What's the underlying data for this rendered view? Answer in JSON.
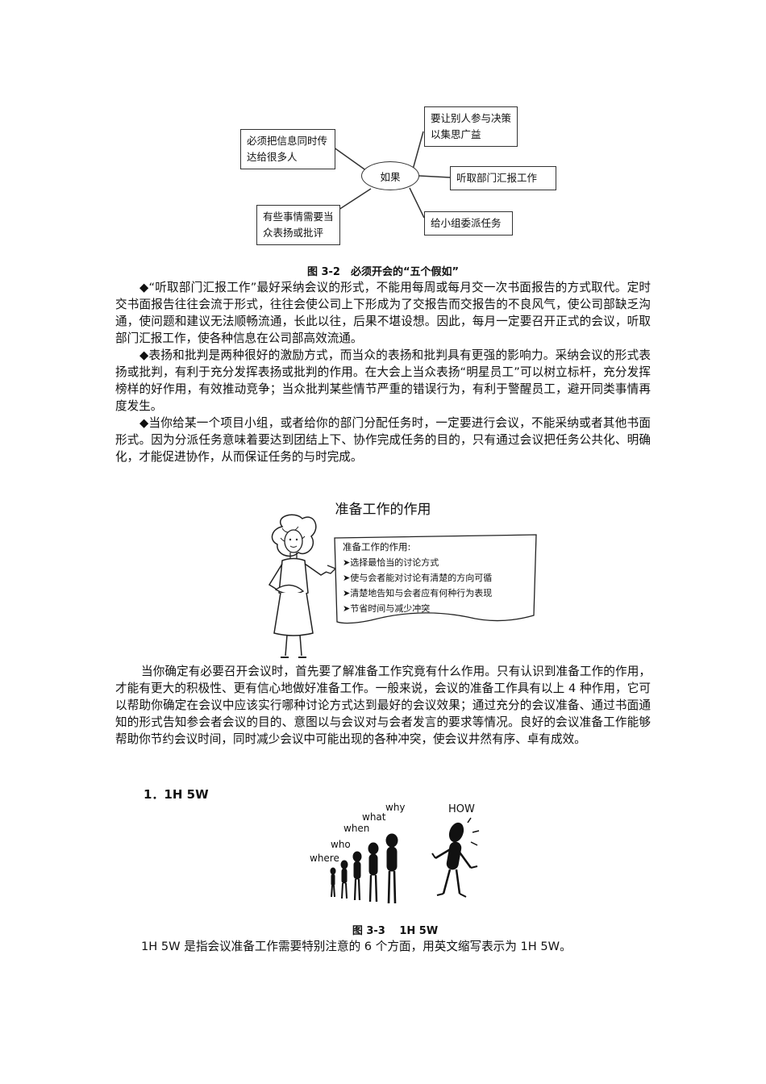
{
  "figure_3_2": {
    "center": "如果",
    "nodes": [
      "必须把信息同时传达给很多人",
      "要让别人参与决策以集思广益",
      "听取部门汇报工作",
      "有些事情需要当众表扬或批评",
      "给小组委派任务"
    ],
    "caption": "图 3-2　必须开会的“五个假如”"
  },
  "paragraphs_1": [
    "◆“听取部门汇报工作”最好采纳会议的形式，不能用每周或每月交一次书面报告的方式取代。定时交书面报告往往会流于形式，往往会使公司上下形成为了交报告而交报告的不良风气，使公司部缺乏沟通，使问题和建议无法顺畅流通，长此以往，后果不堪设想。因此，每月一定要召开正式的会议，听取部门汇报工作，使各种信息在公司部高效流通。",
    "◆表扬和批判是两种很好的激励方式，而当众的表扬和批判具有更强的影响力。采纳会议的形式表扬或批判，有利于充分发挥表扬或批判的作用。在大会上当众表扬“明星员工”可以树立标杆，充分发挥榜样的好作用，有效推动竞争；当众批判某些情节严重的错误行为，有利于警醒员工，避开同类事情再度发生。",
    "◆当你给某一个项目小组，或者给你的部门分配任务时，一定要进行会议，不能采纳或者其他书面形式。因为分派任务意味着要达到团结上下、协作完成任务的目的，只有通过会议把任务公共化、明确化，才能促进协作，从而保证任务的与时完成。"
  ],
  "section_title": "准备工作的作用",
  "illustration_note": {
    "title": "准备工作的作用:",
    "items": [
      "➤选择最恰当的讨论方式",
      "➤使与会者能对讨论有清楚的方向可循",
      "➤清楚地告知与会者应有何种行为表现",
      "➤节省时间与减少冲突"
    ]
  },
  "paragraph_2": "当你确定有必要召开会议时，首先要了解准备工作究竟有什么作用。只有认识到准备工作的作用，才能有更大的积极性、更有信心地做好准备工作。一般来说，会议的准备工作具有以上 4 种作用，它可以帮助你确定在会议中应该实行哪种讨论方式达到最好的会议效果；通过充分的会议准备、通过书面通知的形式告知参会者会议的目的、意图以与会议对与会者发言的要求等情况。良好的会议准备工作能够帮助你节约会议时间，同时减少会议中可能出现的各种冲突，使会议井然有序、卓有成效。",
  "heading_1": "1．1H 5W",
  "figure_3_3": {
    "words": [
      "why",
      "what",
      "when",
      "who",
      "where",
      "HOW"
    ],
    "caption": "图 3-3　  1H 5W"
  },
  "paragraph_3": "1H 5W 是指会议准备工作需要特别注意的 6 个方面，用英文缩写表示为 1H 5W。"
}
